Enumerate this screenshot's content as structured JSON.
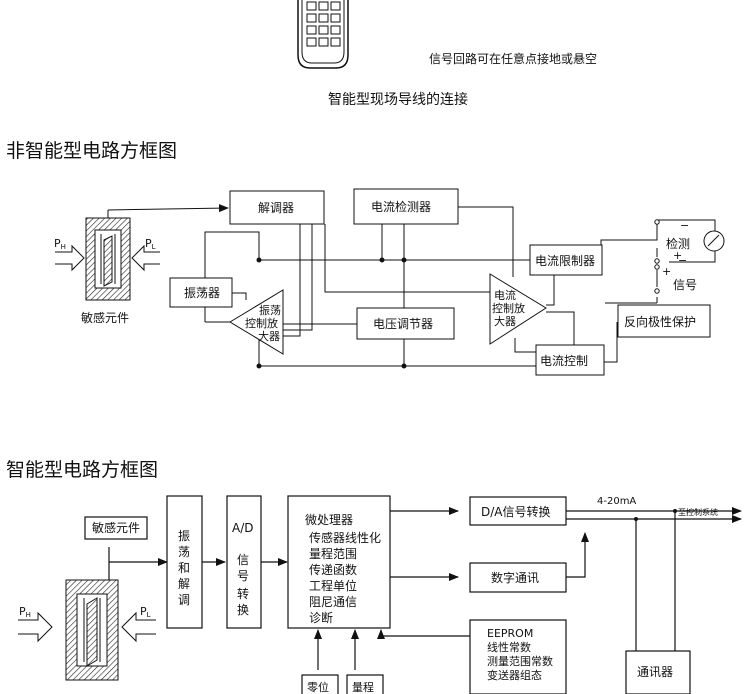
{
  "top": {
    "note": "信号回路可在任意点接地或悬空",
    "caption": "智能型现场导线的连接"
  },
  "section1": {
    "title": "非智能型电路方框图",
    "blocks": {
      "demod": "解调器",
      "current_detect": "电流检测器",
      "current_limit": "电流限制器",
      "oscillator": "振荡器",
      "osc_amp": [
        "振荡",
        "控制放",
        "大器"
      ],
      "voltage_reg": "电压调节器",
      "current_amp": [
        "电流",
        "控制放",
        "大器"
      ],
      "current_ctrl": "电流控制",
      "reverse_protect": "反向极性保护",
      "sensor": "敏感元件",
      "ph": "P",
      "ph_sub": "H",
      "pl": "P",
      "pl_sub": "L",
      "detect": "检测",
      "signal": "信号",
      "minus1": "−",
      "plus1": "+",
      "minus2": "−",
      "plus2": "+"
    }
  },
  "section2": {
    "title": "智能型电路方框图",
    "blocks": {
      "sensor": "敏感元件",
      "osc_demod": [
        "振",
        "荡",
        "和",
        "解",
        "调"
      ],
      "ad": [
        "A/D",
        "信",
        "号",
        "转",
        "换"
      ],
      "mcu": [
        "微处理器",
        "传感器线性化",
        "量程范围",
        "传递函数",
        "工程单位",
        "阻尼通信",
        "诊断"
      ],
      "da": "D/A信号转换",
      "digital_comm": "数字通讯",
      "eeprom": [
        "EEPROM",
        "线性常数",
        "测量范围常数",
        "变送器组态"
      ],
      "communicator": "通讯器",
      "zero": "零位",
      "span": "量程",
      "ma": "4-20mA",
      "to_ctrl": "至控制系统",
      "ph": "P",
      "ph_sub": "H",
      "pl": "P",
      "pl_sub": "L"
    }
  }
}
